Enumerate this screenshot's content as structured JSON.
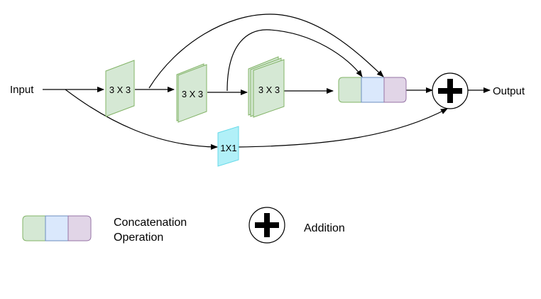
{
  "diagram": {
    "input_label": "Input",
    "output_label": "Output",
    "conv1_label": "3 X 3",
    "conv2_label": "3 X 3",
    "conv3_label": "3 X 3",
    "conv1x1_label": "1X1"
  },
  "legend": {
    "concat_line1": "Concatenation",
    "concat_line2": "Operation",
    "addition_label": "Addition"
  },
  "colors": {
    "conv_fill": "#d5e8d4",
    "conv_stroke": "#82b366",
    "conv1x1_fill": "#b1f0f8",
    "conv1x1_stroke": "#66d9e8",
    "concat_green": "#d5e8d4",
    "concat_blue": "#dae8fc",
    "concat_purple": "#e1d5e7",
    "concat_blue_stroke": "#6c8ebf",
    "concat_purple_stroke": "#9673a6",
    "line": "#000000"
  }
}
